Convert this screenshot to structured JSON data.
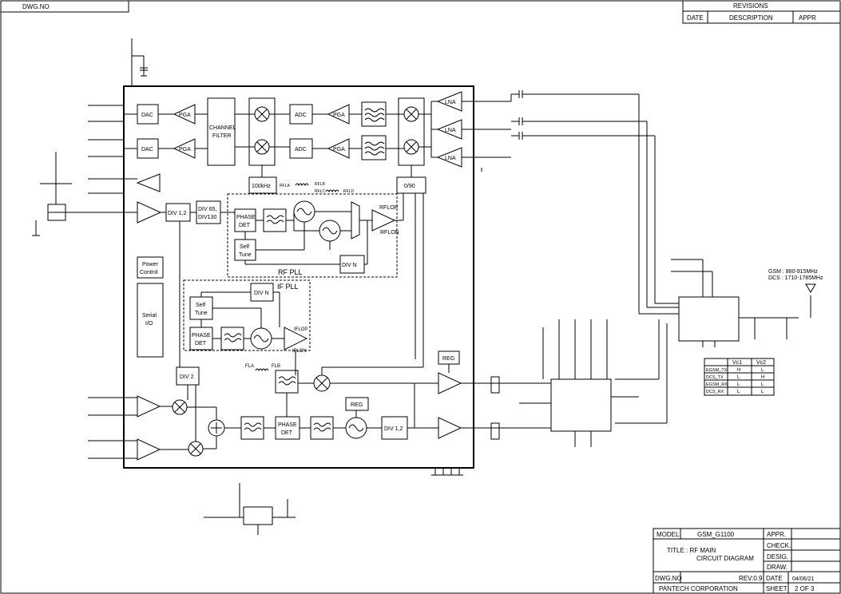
{
  "header": {
    "dwg_no_label": "DWG.NO",
    "revisions_title": "REVISIONS",
    "revisions_cols": [
      "DATE",
      "DESCRIPTION",
      "APPR"
    ]
  },
  "blocks": {
    "dac1": "DAC",
    "dac2": "DAC",
    "pga1": "PGA",
    "pga2": "PGA",
    "pga3": "PGA",
    "pga4": "PGA",
    "channel_filter_1": "CHANNEL",
    "channel_filter_2": "FILTER",
    "adc1": "ADC",
    "adc2": "ADC",
    "lna1": "LNA",
    "lna2": "LNA",
    "lna3": "LNA",
    "osc_100k": "100kHz",
    "phase_0_90": "0/90",
    "div12_a": "DIV 1,2",
    "div65_1": "DIV 65,",
    "div65_2": "DIV130",
    "phase_det_rf_1": "PHASE",
    "phase_det_rf_2": "DET",
    "self_tune_rf_1": "Self",
    "self_tune_rf_2": "Tune",
    "div_n_rf": "DIV N",
    "rf_pll": "RF PLL",
    "power_control_1": "Power",
    "power_control_2": "Control",
    "serial_io_1": "Serial",
    "serial_io_2": "I/O",
    "div_n_if": "DIV N",
    "if_pll": "IF PLL",
    "self_tune_if_1": "Self",
    "self_tune_if_2": "Tune",
    "phase_det_if_1": "PHASE",
    "phase_det_if_2": "DET",
    "iflop": "IFLOP",
    "iflon": "IFLON",
    "rflop": "RFLOP",
    "rflon": "RFLON",
    "rfla": "RFLA",
    "rflb": "RFLB",
    "rflc": "RFLC",
    "rfld": "RFLD",
    "fla": "FLA",
    "flb": "FLB",
    "div2": "DIV 2",
    "reg1": "REG",
    "reg2": "REG",
    "phase_det_tx_1": "PHASE",
    "phase_det_tx_2": "DET",
    "div12_b": "DIV 1,2"
  },
  "notes": {
    "gsm_band": "GSM : 880-915MHz",
    "dcs_band": "DCS : 1710-1785MHz"
  },
  "truth_table": {
    "headers": [
      "",
      "Vc1",
      "Vc2"
    ],
    "rows": [
      [
        "EGSM_TX",
        "H",
        "L"
      ],
      [
        "DCS_TX",
        "L",
        "H"
      ],
      [
        "EGSM_RX",
        "L",
        "L"
      ],
      [
        "DCS_RX",
        "L",
        "L"
      ]
    ]
  },
  "title_block": {
    "model_label": "MODEL",
    "model_value": "GSM_G1100",
    "title_line1": "TITLE : RF MAIN",
    "title_line2": "CIRCUIT DIAGRAM",
    "appr": "APPR.",
    "check": "CHECK.",
    "desig": "DESIG.",
    "draw": "DRAW.",
    "dwg_no": "DWG.NO",
    "rev": "REV:0.9",
    "date_label": "DATE",
    "date_value": "04/06/21",
    "company": "PANTECH CORPORATION",
    "sheet_label": "SHEET",
    "sheet_value": "2 OF 3"
  }
}
